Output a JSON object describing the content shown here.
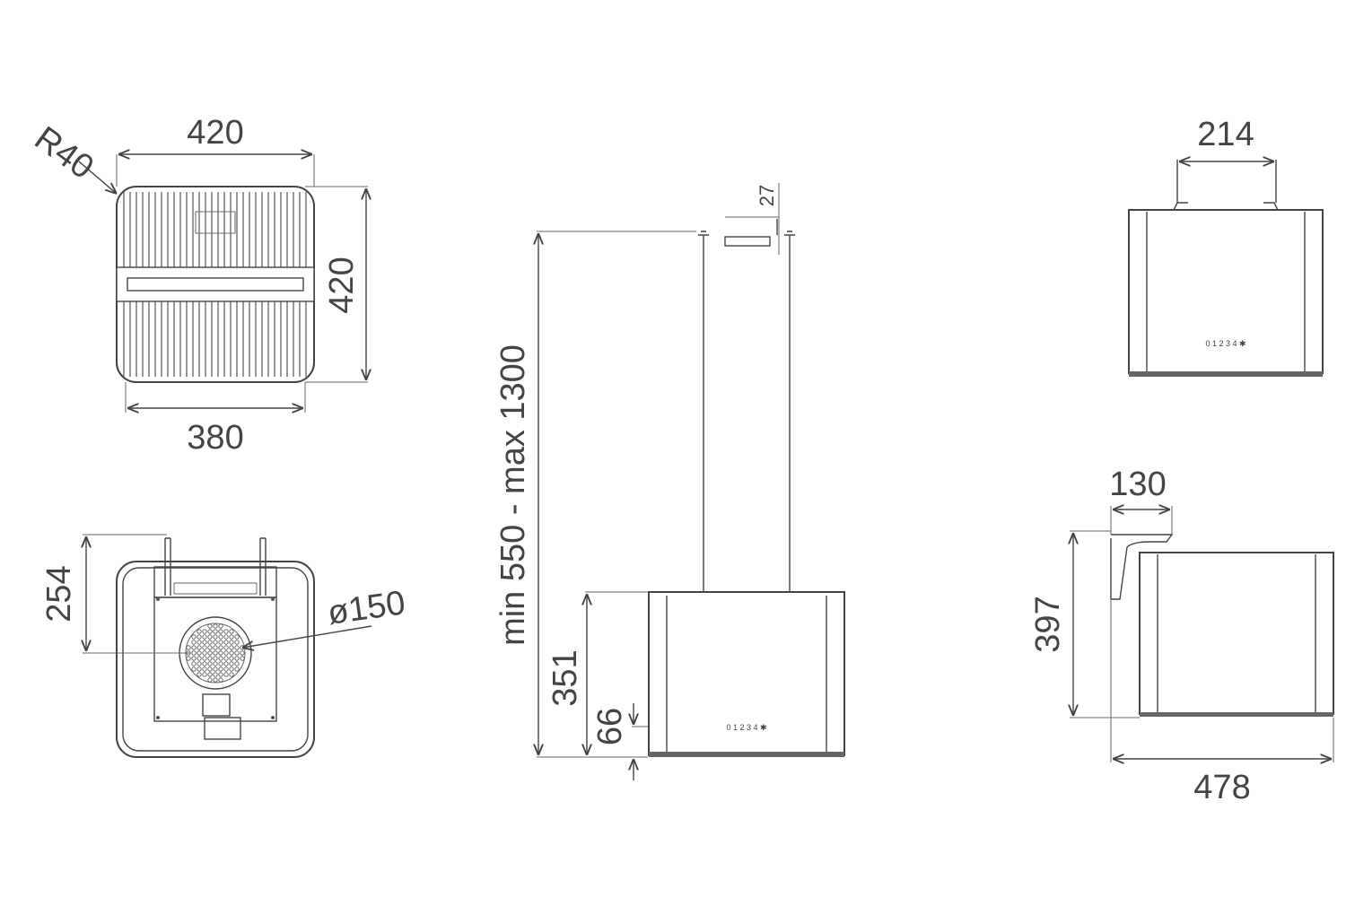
{
  "labels": {
    "top_radius": "R40",
    "top_width": "420",
    "top_depth": "420",
    "top_inner_width": "380",
    "bottom_height": "254",
    "bottom_outlet_diameter": "ø150",
    "front_suspension": "min 550 - max 1300",
    "front_height": "351",
    "front_panel_height": "66",
    "front_bracket_height": "27",
    "side_bracket_width": "214",
    "side2_bracket_width": "130",
    "side2_height": "397",
    "side2_depth": "478"
  },
  "control_panel_text": "0 1 2 3 4 ✱",
  "colors": {
    "line": "#444444",
    "background": "#ffffff"
  }
}
